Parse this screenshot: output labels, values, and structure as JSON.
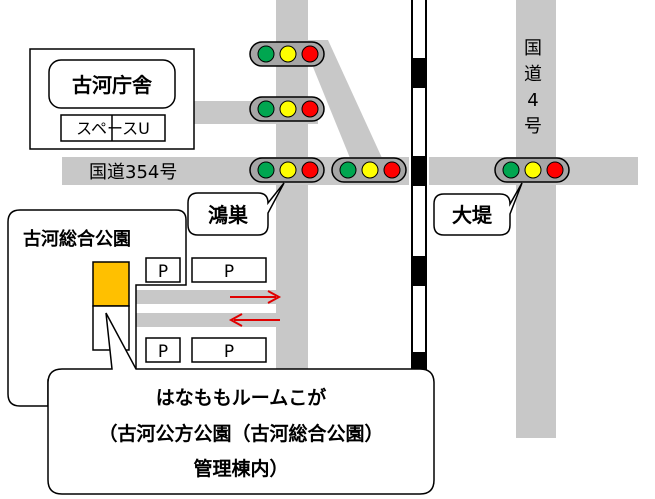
{
  "colors": {
    "road": "#c8c8c8",
    "light_housing": "#a6a6a6",
    "signal_green": "#00a650",
    "signal_yellow": "#ffff00",
    "signal_red": "#ff0000",
    "building": "#ffc000",
    "arrow": "#e00000",
    "rail_dark": "#000000",
    "rail_light": "#ffffff"
  },
  "labels": {
    "city_hall": "古河庁舎",
    "space_u": "スペースU",
    "route354": "国道354号",
    "route4": [
      "国",
      "道",
      "4",
      "号"
    ],
    "konosu": "鴻巣",
    "otsutsumi": "大堤",
    "park": "古河総合公園",
    "parking": "P",
    "callout_lines": [
      "はなももルームこが",
      "（古河公方公園（古河総合公園）",
      "管理棟内）"
    ]
  }
}
